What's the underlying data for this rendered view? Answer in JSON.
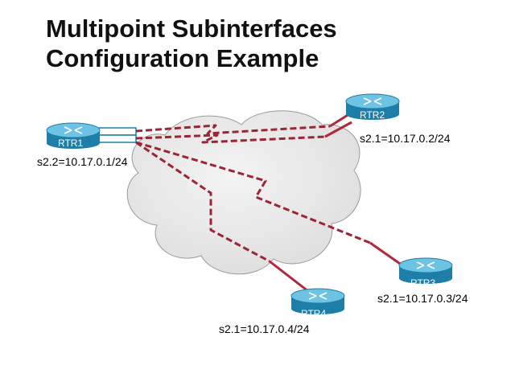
{
  "title": {
    "line1": "Multipoint Subinterfaces",
    "line2": "Configuration Example"
  },
  "colors": {
    "router_body": "#1d7ea8",
    "router_top": "#6cc3e4",
    "cloud_fill": "#e9e9e9",
    "link_solid": "#b0283a",
    "link_dashed": "#9c2535",
    "subif_box": "#1d7ea8"
  },
  "routers": [
    {
      "id": "rtr1",
      "label": "RTR1",
      "address": "s2.2=10.17.0.1/24",
      "icon": "router-icon"
    },
    {
      "id": "rtr2",
      "label": "RTR2",
      "address": "s2.1=10.17.0.2/24",
      "icon": "router-icon"
    },
    {
      "id": "rtr3",
      "label": "RTR3",
      "address": "s2.1=10.17.0.3/24",
      "icon": "router-icon"
    },
    {
      "id": "rtr4",
      "label": "RTR4",
      "address": "s2.1=10.17.0.4/24",
      "icon": "router-icon"
    }
  ],
  "cloud": {
    "icon": "frame-relay-cloud-icon"
  }
}
